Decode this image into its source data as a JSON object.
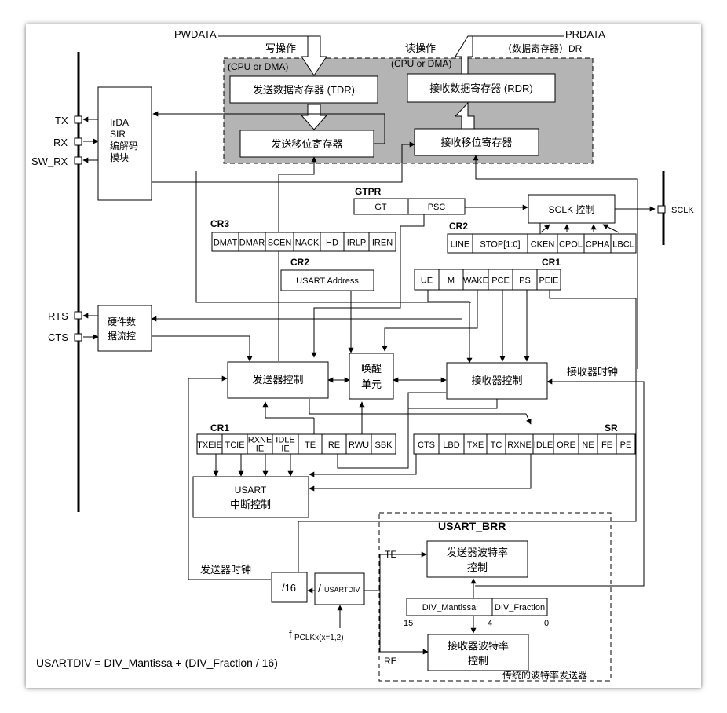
{
  "bus": {
    "pwdata": "PWDATA",
    "prdata": "PRDATA",
    "write_op": "写操作",
    "read_op": "读操作",
    "cpu_dma_left": "(CPU or DMA)",
    "cpu_dma_right": "(CPU or DMA)",
    "data_reg_dr": "（数据寄存器）DR"
  },
  "registers": {
    "tdr": "发送数据寄存器 (TDR)",
    "rdr": "接收数据寄存器 (RDR)",
    "tx_shift": "发送移位寄存器",
    "rx_shift": "接收移位寄存器"
  },
  "irda": [
    "IrDA",
    "SIR",
    "编解码",
    "模块"
  ],
  "pins": {
    "tx": "TX",
    "rx": "RX",
    "sw_rx": "SW_RX",
    "rts": "RTS",
    "cts": "CTS",
    "sclk": "SCLK"
  },
  "flow": [
    "硬件数",
    "据流控"
  ],
  "gtpr": {
    "title": "GTPR",
    "gt": "GT",
    "psc": "PSC"
  },
  "sclk_ctrl": "SCLK 控制",
  "cr3": {
    "title": "CR3",
    "bits": [
      "DMAT",
      "DMAR",
      "SCEN",
      "NACK",
      "HD",
      "IRLP",
      "IREN"
    ]
  },
  "cr2_top": {
    "title": "CR2",
    "bits": [
      "LINE",
      "STOP[1:0]",
      "CKEN",
      "CPOL",
      "CPHA",
      "LBCL"
    ]
  },
  "cr2_mid": {
    "title": "CR2",
    "address": "USART Address"
  },
  "cr1_top": {
    "title": "CR1",
    "bits": [
      "UE",
      "M",
      "WAKE",
      "PCE",
      "PS",
      "PEIE"
    ]
  },
  "tx_ctrl": "发送器控制",
  "wakeup": [
    "唤醒",
    "单元"
  ],
  "rx_ctrl": "接收器控制",
  "rx_clock": "接收器时钟",
  "cr1_bottom": {
    "title": "CR1",
    "bits": [
      "TXEIE",
      "TCIE",
      "RXNE IE",
      "IDLE IE",
      "TE",
      "RE",
      "RWU",
      "SBK"
    ]
  },
  "sr": {
    "title": "SR",
    "bits": [
      "CTS",
      "LBD",
      "TXE",
      "TC",
      "RXNE",
      "IDLE",
      "ORE",
      "NE",
      "FE",
      "PE"
    ]
  },
  "irq": [
    "USART",
    "中断控制"
  ],
  "brr": {
    "title": "USART_BRR",
    "te": "TE",
    "re": "RE",
    "tx_baud": [
      "发送器波特率",
      "控制"
    ],
    "rx_baud": [
      "接收器波特率",
      "控制"
    ],
    "mantissa": "DIV_Mantissa",
    "fraction": "DIV_Fraction",
    "bit15": "15",
    "bit4": "4",
    "bit0": "0",
    "caption": "传统的波特率发送器"
  },
  "tx_clock": "发送器时钟",
  "div16": "/16",
  "usartdiv": "USARTDIV",
  "fpclk": "PCLKx(x=1,2)",
  "formula": "USARTDIV = DIV_Mantissa + (DIV_Fraction / 16)"
}
